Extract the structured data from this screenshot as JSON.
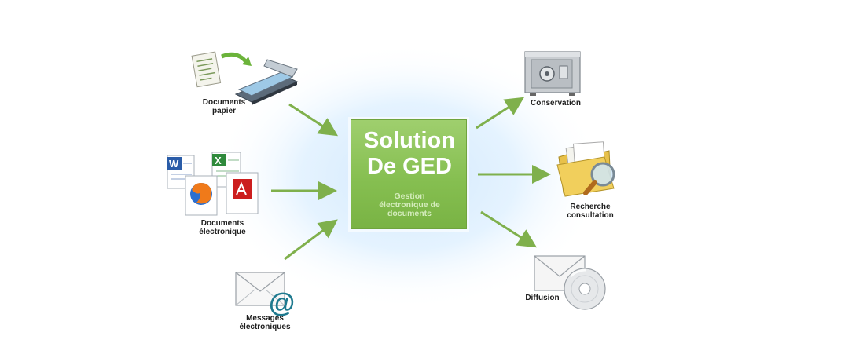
{
  "center": {
    "title_line1": "Solution",
    "title_line2": "De GED",
    "subtitle_line1": "Gestion",
    "subtitle_line2": "électronique de",
    "subtitle_line3": "documents"
  },
  "inputs": [
    {
      "line1": "Documents",
      "line2": "papier",
      "icon": "scanner-icon"
    },
    {
      "line1": "Documents",
      "line2": "électronique",
      "icon": "office-files-icon"
    },
    {
      "line1": "Messages",
      "line2": "électroniques",
      "icon": "email-at-icon"
    }
  ],
  "outputs": [
    {
      "line1": "Conservation",
      "line2": "",
      "icon": "safe-icon"
    },
    {
      "line1": "Recherche",
      "line2": "consultation",
      "icon": "folder-search-icon"
    },
    {
      "line1": "Diffusion",
      "line2": "",
      "icon": "envelope-cd-icon"
    }
  ],
  "colors": {
    "arrow": "#7fb04c",
    "center_box": "#86bf51",
    "background_glow": "#dcefff"
  }
}
